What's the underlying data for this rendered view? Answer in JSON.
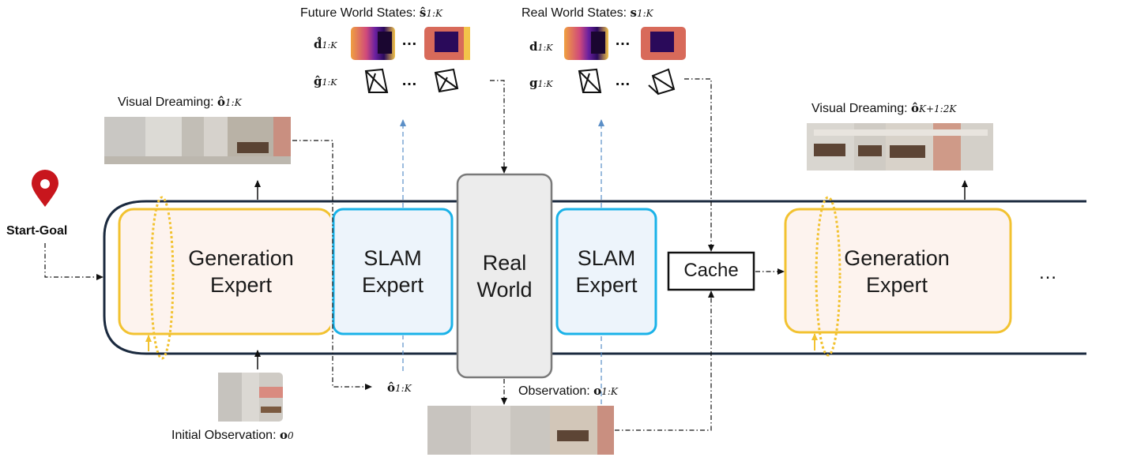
{
  "labels": {
    "start_goal": "Start-Goal",
    "future_states": "Future World States:",
    "future_states_sym": "ŝ",
    "future_states_sub": "1:K",
    "real_states": "Real World States:",
    "real_states_sym": "s",
    "real_states_sub": "1:K",
    "visual_dream_1": "Visual Dreaming:",
    "visual_dream_1_sym": "ô",
    "visual_dream_1_sub": "1:K",
    "visual_dream_2": "Visual Dreaming:",
    "visual_dream_2_sym": "ô",
    "visual_dream_2_sub": "K+1:2K",
    "initial_obs": "Initial Observation:",
    "initial_obs_sym": "o",
    "initial_obs_sub": "0",
    "observation": "Observation:",
    "observation_sym": "o",
    "observation_sub": "1:K",
    "obs_hat_sym": "ô",
    "obs_hat_sub": "1:K",
    "d_hat_sym": "d̂",
    "d_hat_sub": "1:K",
    "g_hat_sym": "ĝ",
    "g_hat_sub": "1:K",
    "d_sym": "d",
    "d_sub": "1:K",
    "g_sym": "g",
    "g_sub": "1:K",
    "ellipsis": "…",
    "trailing_ellipsis": "…"
  },
  "boxes": {
    "gen_expert_1": [
      "Generation",
      "Expert"
    ],
    "slam_expert_1": [
      "SLAM",
      "Expert"
    ],
    "real_world": [
      "Real",
      "World"
    ],
    "slam_expert_2": [
      "SLAM",
      "Expert"
    ],
    "cache": "Cache",
    "gen_expert_2": [
      "Generation",
      "Expert"
    ]
  },
  "colors": {
    "pipeline_border": "#1b2a3f",
    "gen_border": "#f2c230",
    "gen_fill": "#fdf3ee",
    "slam_border": "#1ab2e8",
    "slam_fill": "#edf4fb",
    "real_fill": "#ececec",
    "real_border": "#7a7a7a",
    "pin": "#c8161d",
    "blue_dash": "#5b8fc7"
  }
}
